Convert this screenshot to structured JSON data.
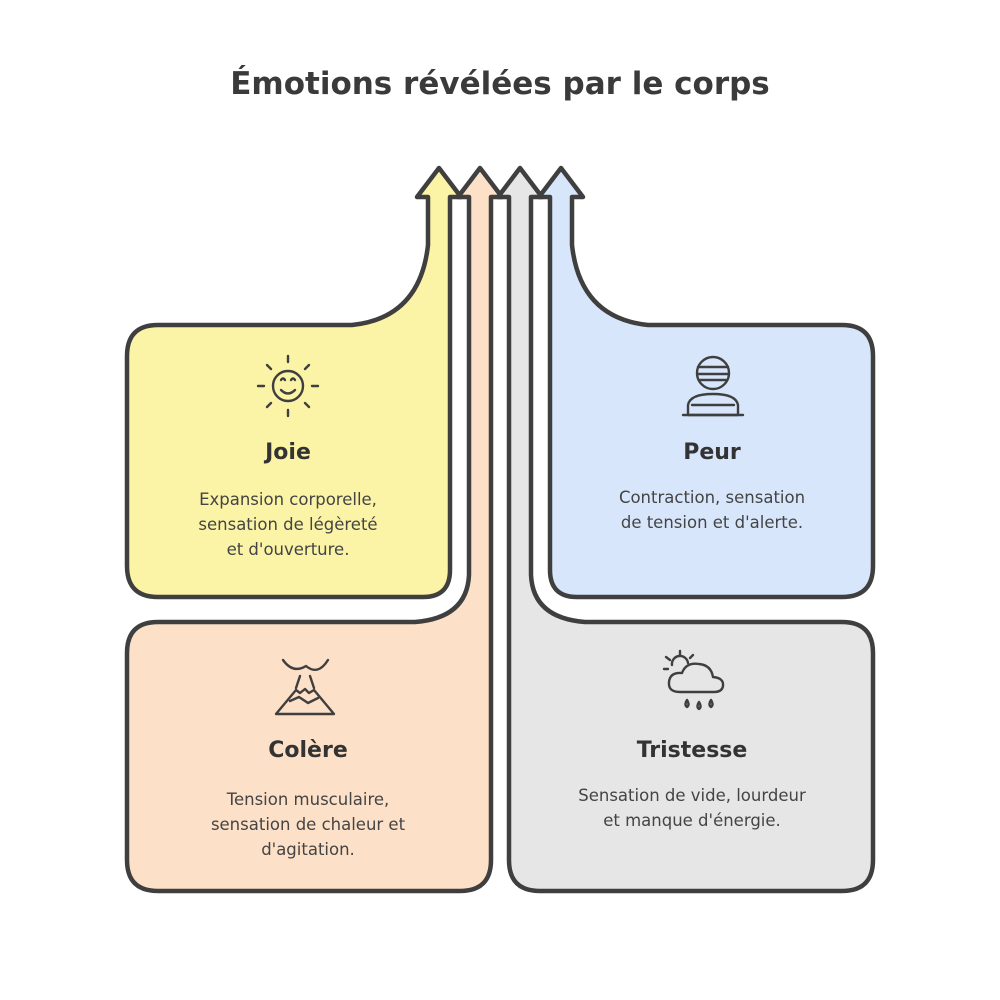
{
  "title": "Émotions révélées par le corps",
  "colors": {
    "joie": "#fbf3a6",
    "peur": "#d8e6fb",
    "colere": "#fde0c8",
    "tristesse": "#e6e6e6",
    "stroke": "#3f3f3f"
  },
  "cards": {
    "joie": {
      "name": "Joie",
      "icon": "sun-smile-icon",
      "description": "Expansion corporelle,\nsensation de légèreté\net d'ouverture."
    },
    "peur": {
      "name": "Peur",
      "icon": "bandaged-person-icon",
      "description": "Contraction, sensation\nde tension et d'alerte."
    },
    "colere": {
      "name": "Colère",
      "icon": "volcano-icon",
      "description": "Tension musculaire,\nsensation de chaleur et\nd'agitation."
    },
    "tristesse": {
      "name": "Tristesse",
      "icon": "cloud-rain-sun-icon",
      "description": "Sensation de vide, lourdeur\net manque d'énergie."
    }
  }
}
